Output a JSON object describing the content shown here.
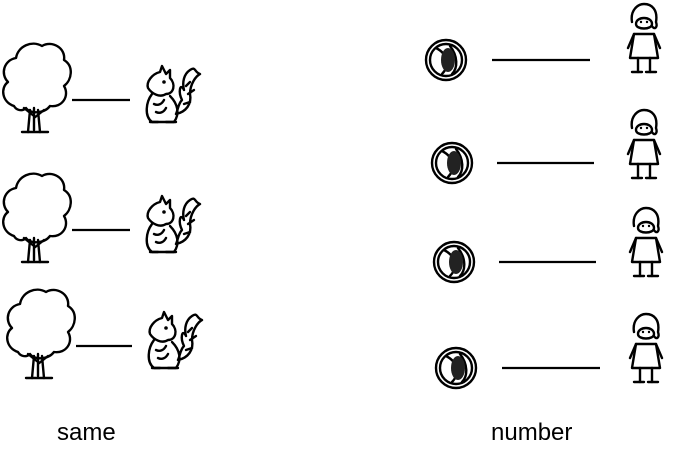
{
  "left_group": {
    "caption": "same",
    "pair_count": 3,
    "left_icon": "tree-icon",
    "right_icon": "squirrel-icon"
  },
  "right_group": {
    "caption": "number",
    "pair_count": 4,
    "left_icon": "ball-icon",
    "right_icon": "girl-icon"
  },
  "colors": {
    "ink": "#000000",
    "background": "#ffffff"
  }
}
